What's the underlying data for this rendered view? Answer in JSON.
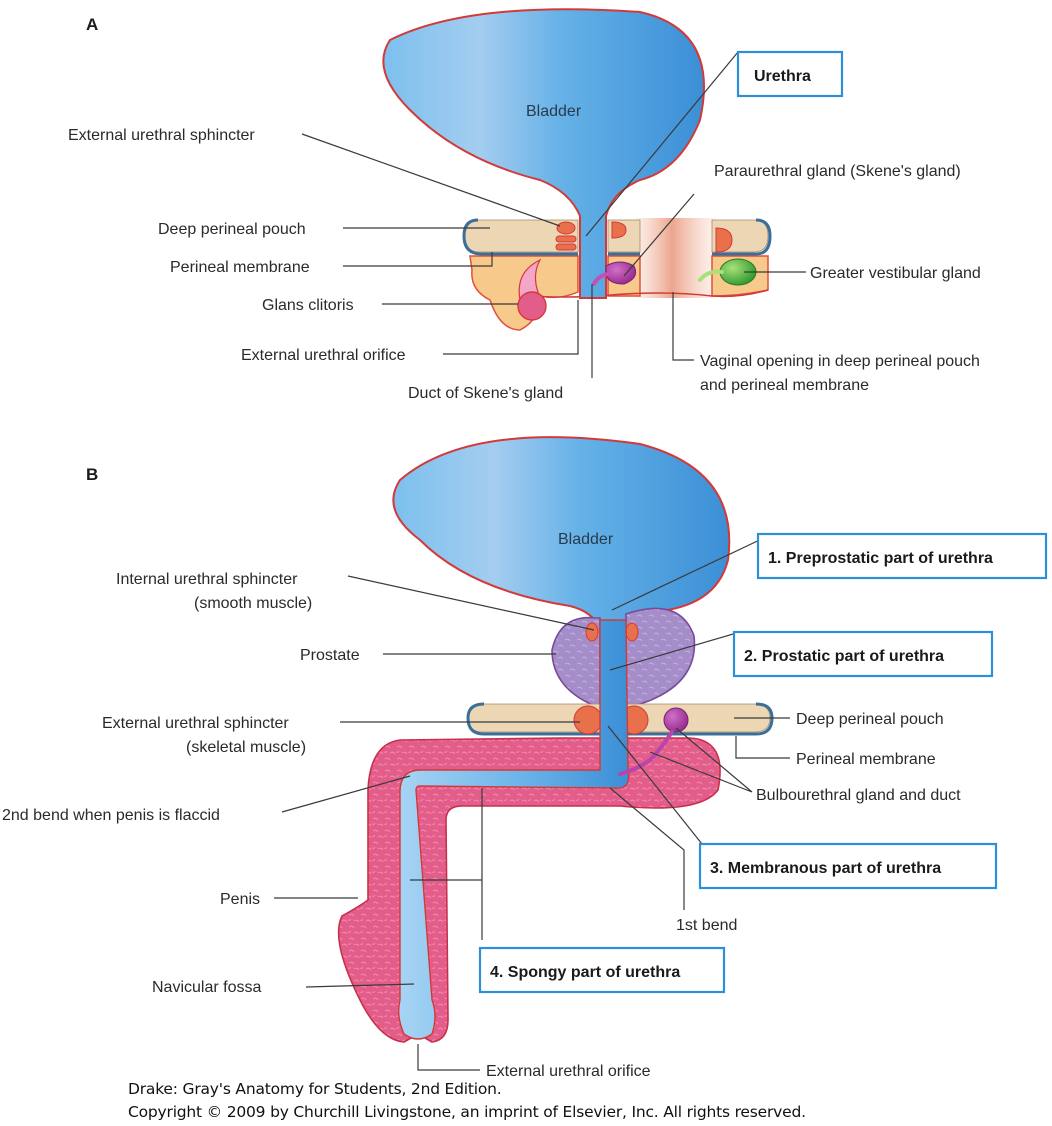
{
  "panels": {
    "a": {
      "letter": "A",
      "organ_label": "Bladder",
      "callout": "Urethra",
      "labels": {
        "external_urethral_sphincter": "External urethral sphincter",
        "deep_perineal_pouch": "Deep perineal pouch",
        "perineal_membrane": "Perineal membrane",
        "glans_clitoris": "Glans clitoris",
        "external_urethral_orifice": "External urethral orifice",
        "duct_of_skenes_gland": "Duct of Skene's gland",
        "paraurethral_gland": "Paraurethral gland (Skene's gland)",
        "greater_vestibular_gland": "Greater vestibular gland",
        "vaginal_opening_line1": "Vaginal opening in deep perineal pouch",
        "vaginal_opening_line2": "and perineal membrane"
      }
    },
    "b": {
      "letter": "B",
      "organ_label": "Bladder",
      "callouts": {
        "preprostatic": "1. Preprostatic part of urethra",
        "prostatic": "2. Prostatic part of urethra",
        "membranous": "3. Membranous part of urethra",
        "spongy": "4. Spongy part of urethra"
      },
      "labels": {
        "internal_sphincter_line1": "Internal urethral sphincter",
        "internal_sphincter_line2": "(smooth muscle)",
        "prostate": "Prostate",
        "external_sphincter_line1": "External urethral sphincter",
        "external_sphincter_line2": "(skeletal muscle)",
        "second_bend": "2nd bend when penis is flaccid",
        "penis": "Penis",
        "navicular_fossa": "Navicular fossa",
        "external_urethral_orifice": "External urethral orifice",
        "deep_perineal_pouch": "Deep perineal pouch",
        "perineal_membrane": "Perineal membrane",
        "bulbourethral": "Bulbourethral gland and duct",
        "first_bend": "1st bend"
      }
    }
  },
  "credit": {
    "line1": "Drake: Gray's Anatomy for Students, 2nd Edition.",
    "line2": "Copyright © 2009 by Churchill Livingstone, an imprint of Elsevier, Inc. All rights reserved."
  },
  "colors": {
    "bladder": "#5aaee6",
    "outline": "#d23a3a",
    "pouch": "#edd6b4",
    "membrane": "#3b6f99",
    "tissue": "#f7c98a",
    "erectile": "#e35d8a",
    "prostate": "#a48dc8",
    "sphincter": "#e8704a",
    "gland_purple": "#a4389c",
    "gland_green": "#3aa83a",
    "callout_border": "#2f8fd6"
  }
}
